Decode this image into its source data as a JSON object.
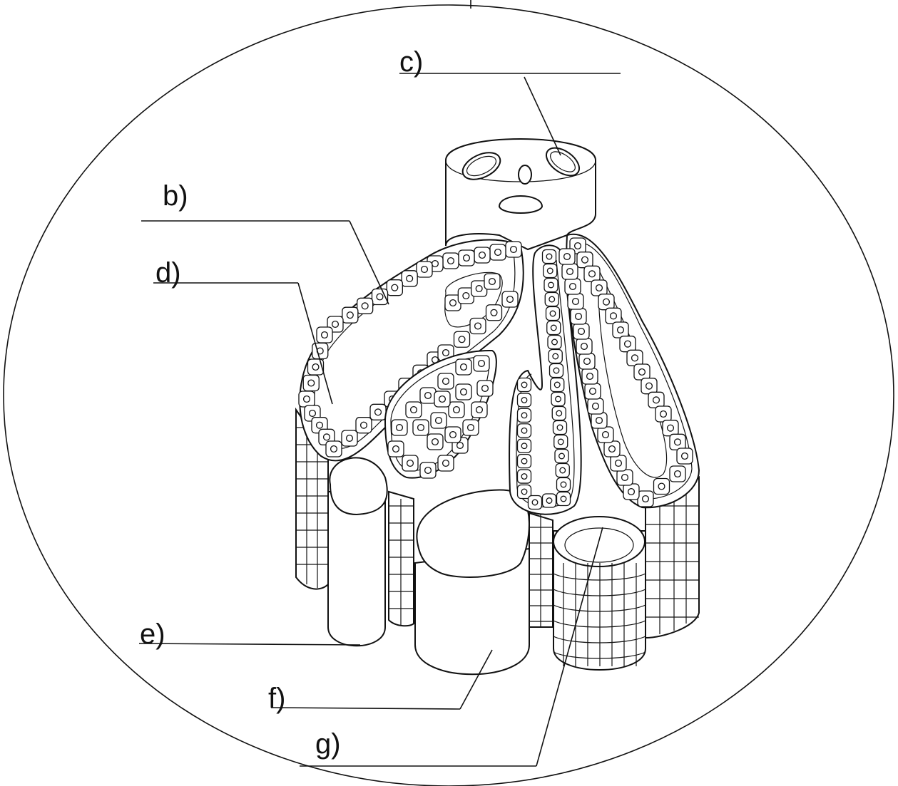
{
  "labels": {
    "b": "b)",
    "c": "c)",
    "d": "d)",
    "e": "e)",
    "f": "f)",
    "g": "g)"
  },
  "colors": {
    "line": "#111111",
    "background": "#ffffff"
  }
}
